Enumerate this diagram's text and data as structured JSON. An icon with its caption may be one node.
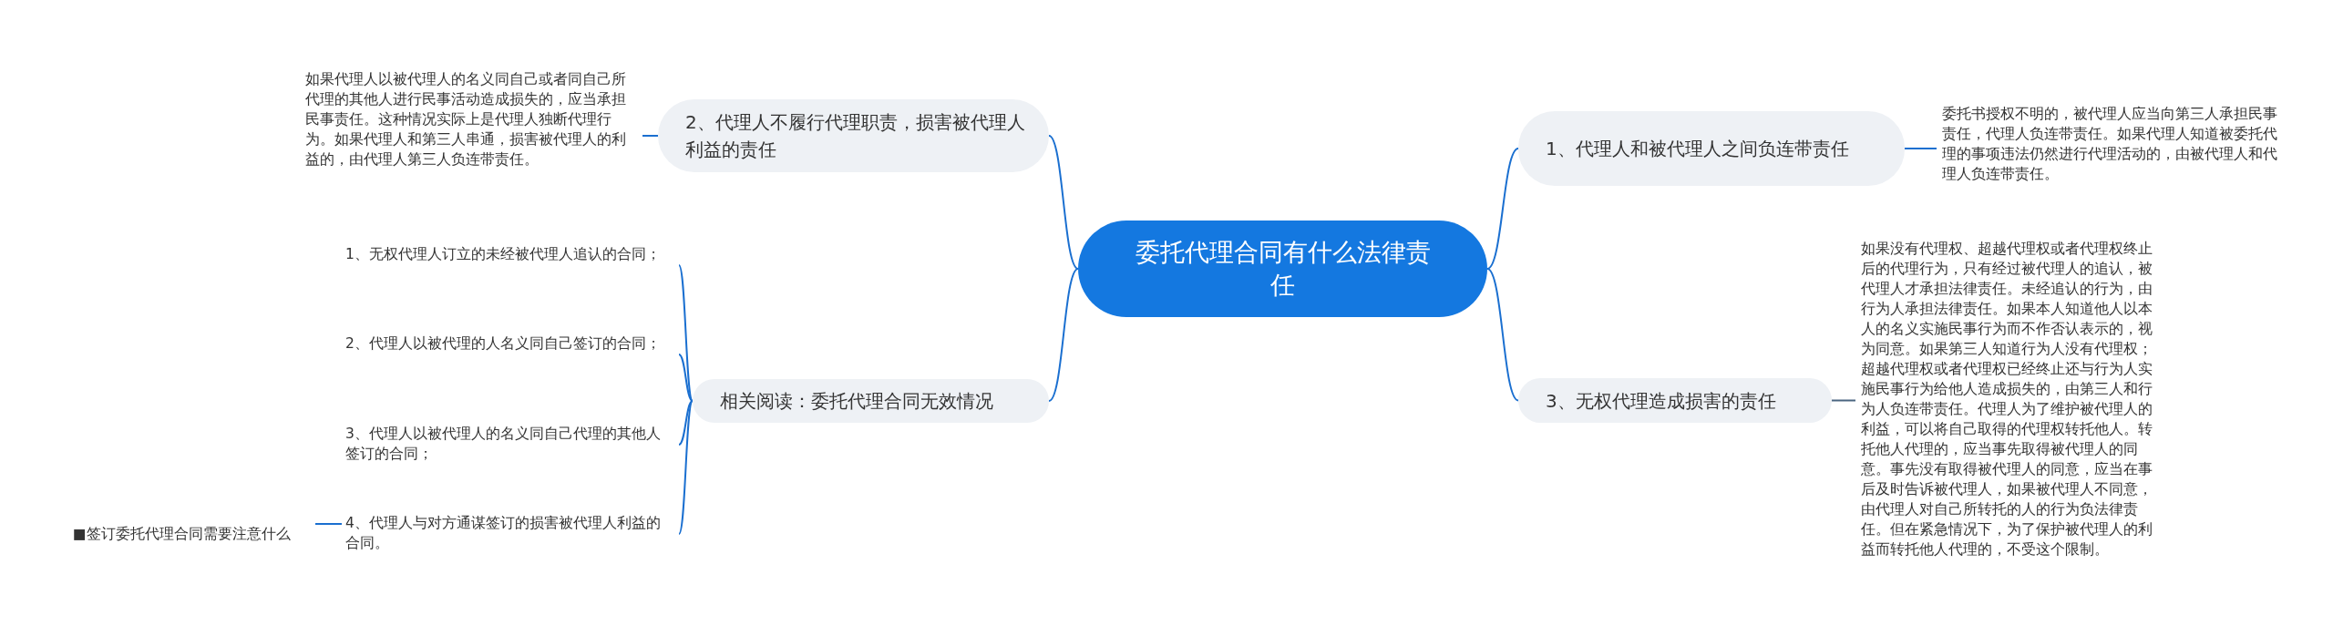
{
  "diagram": {
    "nodes": [
      {
        "text": [
          "委托代理合同有什么法律责任"
        ]
      },
      {
        "text": [
          "2、代理人不履行代理职责，损害被代理人利益的责任"
        ]
      },
      {
        "text": [
          "如果代理人以被代理人的名义同自己或者同自己所代理的其他人进行民事活动造成损失的，应当承担民事责任。这种情况实际上是代理人独断代理行为。如果代理人和第三人串通，损害被代理人的利益的，由代理人第三人负连带责任。"
        ]
      },
      {
        "text": [
          "1、代理人和被代理人之间负连带责任"
        ]
      },
      {
        "text": [
          "委托书授权不明的，被代理人应当向第三人承担民事责任，代理人负连带责任。如果代理人知道被委托代理的事项违法仍然进行代理活动的，由被代理人和代理人负连带责任。"
        ]
      },
      {
        "text": [
          "相关阅读：委托代理合同无效情况"
        ]
      },
      {
        "text": [
          "1、无权代理人订立的未经被代理人追认的合同；"
        ]
      },
      {
        "text": [
          "2、代理人以被代理的人名义同自己签订的合同；"
        ]
      },
      {
        "text": [
          "3、代理人以被代理人的名义同自己代理的其他人签订的合同；"
        ]
      },
      {
        "text": [
          "4、代理人与对方通谋签订的损害被代理人利益的合同。"
        ]
      },
      {
        "text": [
          "■签订委托代理合同需要注意什么"
        ]
      },
      {
        "text": [
          "3、无权代理造成损害的责任"
        ]
      },
      {
        "text": [
          "如果没有代理权、超越代理权或者代理权终止后的代理行为，只有经过被代理人的追认，被代理人才承担法律责任。未经追认的行为，由行为人承担法律责任。如果本人知道他人以本人的名义实施民事行为而不作否认表示的，视为同意。如果第三人知道行为人没有代理权；超越代理权或者代理权已经终止还与行为人实施民事行为给他人造成损失的，由第三人和行为人负连带责任。代理人为了维护被代理人的利益，可以将自己取得的代理权转托他人。转托他人代理的，应当事先取得被代理人的同意。事先没有取得被代理人的同意，应当在事后及时告诉被代理人，如果被代理人不同意，由代理人对自己所转托的人的行为负法律责任。但在紧急情况下，为了保护被代理人的利益而转托他人代理的，不受这个限制。"
        ]
      }
    ],
    "edges": [
      {
        "from": 0,
        "to": 1,
        "arrow": "none"
      },
      {
        "from": 1,
        "to": 2,
        "arrow": "none"
      },
      {
        "from": 0,
        "to": 3,
        "arrow": "none"
      },
      {
        "from": 3,
        "to": 4,
        "arrow": "none"
      },
      {
        "from": 0,
        "to": 5,
        "arrow": "none"
      },
      {
        "from": 5,
        "to": 6,
        "arrow": "none"
      },
      {
        "from": 5,
        "to": 7,
        "arrow": "none"
      },
      {
        "from": 5,
        "to": 8,
        "arrow": "none"
      },
      {
        "from": 5,
        "to": 9,
        "arrow": "none"
      },
      {
        "from": 9,
        "to": 10,
        "arrow": "none"
      },
      {
        "from": 0,
        "to": 11,
        "arrow": "none"
      },
      {
        "from": 11,
        "to": 12,
        "arrow": "none",
        "color": "#4a6580"
      }
    ]
  }
}
